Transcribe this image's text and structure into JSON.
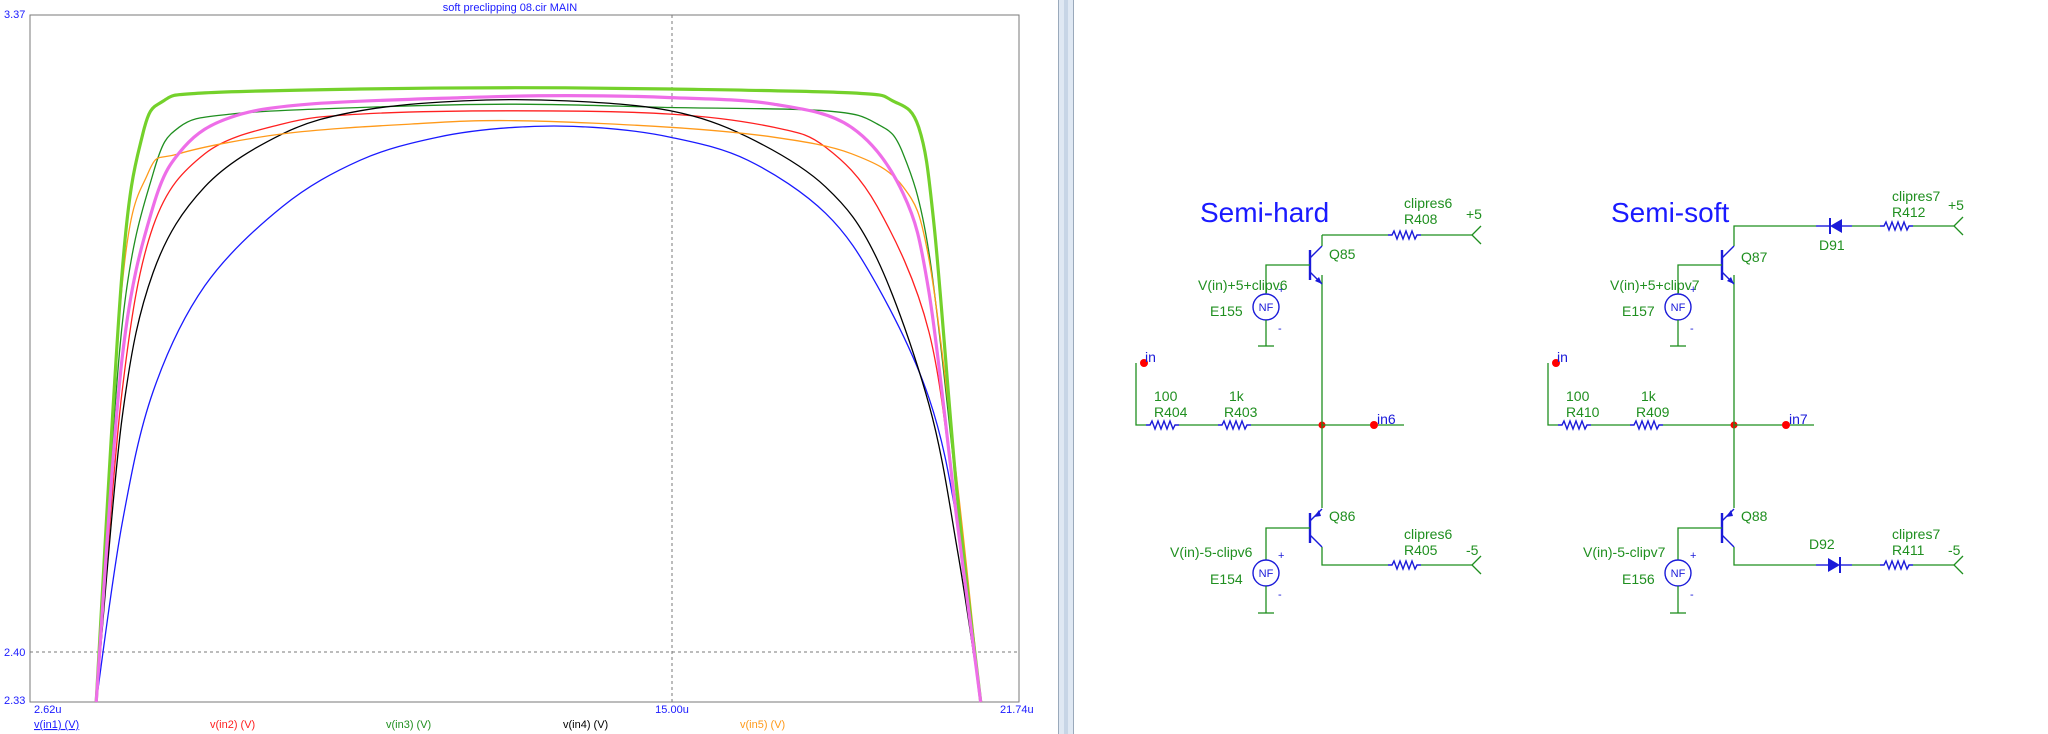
{
  "plot": {
    "title": "soft preclipping 08.cir MAIN",
    "y_top_label": "3.37",
    "y_mid_label": "2.40",
    "y_bottom_label": "2.33",
    "x_left_label": "2.62u",
    "x_mid_label": "15.00u",
    "x_right_label": "21.74u",
    "legend": [
      {
        "label": "v(in1) (V)",
        "color": "#1a1aff"
      },
      {
        "label": "v(in2) (V)",
        "color": "#ff2020"
      },
      {
        "label": "v(in3) (V)",
        "color": "#1f8f1f"
      },
      {
        "label": "v(in4) (V)",
        "color": "#000000"
      },
      {
        "label": "v(in5) (V)",
        "color": "#ff9a1a"
      }
    ]
  },
  "chart_data": {
    "type": "line",
    "title": "soft preclipping 08.cir MAIN",
    "xlim": [
      2.62,
      21.74
    ],
    "ylim": [
      2.33,
      3.37
    ],
    "x_unit": "u",
    "grid": {
      "dashed_x": 15.0,
      "dashed_y": 2.4
    },
    "series": [
      {
        "name": "v(in1) (V)",
        "color": "#1a1aff",
        "points": [
          [
            3.9,
            2.33
          ],
          [
            4.4,
            2.6
          ],
          [
            5.0,
            2.8
          ],
          [
            6.0,
            2.96
          ],
          [
            7.5,
            3.08
          ],
          [
            9.0,
            3.15
          ],
          [
            10.5,
            3.185
          ],
          [
            12.0,
            3.2
          ],
          [
            13.5,
            3.2
          ],
          [
            15.0,
            3.185
          ],
          [
            16.5,
            3.15
          ],
          [
            18.0,
            3.07
          ],
          [
            19.0,
            2.96
          ],
          [
            20.0,
            2.79
          ],
          [
            20.55,
            2.6
          ],
          [
            21.0,
            2.33
          ]
        ]
      },
      {
        "name": "v(in2) (V)",
        "color": "#ff2020",
        "points": [
          [
            3.9,
            2.33
          ],
          [
            4.4,
            2.8
          ],
          [
            5.0,
            3.05
          ],
          [
            6.0,
            3.16
          ],
          [
            7.5,
            3.205
          ],
          [
            9.0,
            3.22
          ],
          [
            12.0,
            3.225
          ],
          [
            15.0,
            3.22
          ],
          [
            17.0,
            3.2
          ],
          [
            18.0,
            3.17
          ],
          [
            19.0,
            3.08
          ],
          [
            20.0,
            2.89
          ],
          [
            20.55,
            2.6
          ],
          [
            21.0,
            2.33
          ]
        ]
      },
      {
        "name": "v(in3) (V)",
        "color": "#1f8f1f",
        "points": [
          [
            3.9,
            2.33
          ],
          [
            4.4,
            2.9
          ],
          [
            5.0,
            3.13
          ],
          [
            5.5,
            3.2
          ],
          [
            6.5,
            3.22
          ],
          [
            9.0,
            3.23
          ],
          [
            12.0,
            3.235
          ],
          [
            15.0,
            3.23
          ],
          [
            18.0,
            3.225
          ],
          [
            19.0,
            3.205
          ],
          [
            19.5,
            3.16
          ],
          [
            20.0,
            3.01
          ],
          [
            20.55,
            2.64
          ],
          [
            21.0,
            2.33
          ]
        ]
      },
      {
        "name": "v(in4) (V)",
        "color": "#000000",
        "points": [
          [
            3.9,
            2.33
          ],
          [
            4.4,
            2.76
          ],
          [
            5.0,
            2.98
          ],
          [
            6.0,
            3.11
          ],
          [
            7.5,
            3.19
          ],
          [
            9.0,
            3.225
          ],
          [
            11.0,
            3.24
          ],
          [
            13.0,
            3.24
          ],
          [
            15.0,
            3.225
          ],
          [
            16.5,
            3.185
          ],
          [
            18.0,
            3.11
          ],
          [
            19.0,
            3.0
          ],
          [
            20.0,
            2.78
          ],
          [
            20.55,
            2.56
          ],
          [
            21.0,
            2.33
          ]
        ]
      },
      {
        "name": "v(in5) (V)",
        "color": "#ff9a1a",
        "points": [
          [
            3.9,
            2.33
          ],
          [
            4.4,
            2.96
          ],
          [
            4.9,
            3.13
          ],
          [
            5.5,
            3.16
          ],
          [
            7.5,
            3.19
          ],
          [
            10.0,
            3.205
          ],
          [
            12.0,
            3.21
          ],
          [
            15.0,
            3.2
          ],
          [
            17.0,
            3.185
          ],
          [
            18.5,
            3.16
          ],
          [
            19.5,
            3.11
          ],
          [
            20.0,
            3.0
          ],
          [
            20.55,
            2.66
          ],
          [
            21.0,
            2.33
          ]
        ]
      },
      {
        "name": "",
        "color": "#74d12b",
        "width": 3.2,
        "points": [
          [
            3.9,
            2.33
          ],
          [
            4.4,
            2.98
          ],
          [
            4.8,
            3.19
          ],
          [
            5.2,
            3.24
          ],
          [
            6.0,
            3.252
          ],
          [
            9.0,
            3.258
          ],
          [
            12.0,
            3.26
          ],
          [
            15.0,
            3.258
          ],
          [
            18.5,
            3.252
          ],
          [
            19.3,
            3.24
          ],
          [
            19.8,
            3.2
          ],
          [
            20.1,
            3.05
          ],
          [
            20.55,
            2.64
          ],
          [
            21.0,
            2.33
          ]
        ]
      },
      {
        "name": "",
        "color": "#ee6ee8",
        "width": 3.2,
        "points": [
          [
            3.9,
            2.33
          ],
          [
            4.4,
            2.85
          ],
          [
            5.0,
            3.08
          ],
          [
            5.6,
            3.17
          ],
          [
            6.5,
            3.215
          ],
          [
            8.0,
            3.235
          ],
          [
            11.0,
            3.245
          ],
          [
            13.0,
            3.248
          ],
          [
            15.0,
            3.245
          ],
          [
            17.0,
            3.235
          ],
          [
            18.5,
            3.2
          ],
          [
            19.5,
            3.1
          ],
          [
            20.0,
            2.95
          ],
          [
            20.55,
            2.6
          ],
          [
            21.0,
            2.33
          ]
        ]
      }
    ]
  },
  "schematic": {
    "left": {
      "title": "Semi-hard",
      "in_label": "in",
      "out_label": "in6",
      "r404_name": "R404",
      "r404_value": "100",
      "r403_name": "R403",
      "r403_value": "1k",
      "q_top": "Q85",
      "q_bottom": "Q86",
      "r_top_value": "clipres6",
      "r_top_name": "R408",
      "r_bot_value": "clipres6",
      "r_bot_name": "R405",
      "v_top": "+5",
      "v_bot": "-5",
      "src_top_expr": "V(in)+5+clipv6",
      "src_top_name": "E155",
      "src_bot_expr": "V(in)-5-clipv6",
      "src_bot_name": "E154",
      "nf": "NF"
    },
    "right": {
      "title": "Semi-soft",
      "in_label": "in",
      "out_label": "in7",
      "r_a_name": "R410",
      "r_a_value": "100",
      "r_b_name": "R409",
      "r_b_value": "1k",
      "q_top": "Q87",
      "q_bottom": "Q88",
      "d_top": "D91",
      "d_bot": "D92",
      "r_top_value": "clipres7",
      "r_top_name": "R412",
      "r_bot_value": "clipres7",
      "r_bot_name": "R411",
      "v_top": "+5",
      "v_bot": "-5",
      "src_top_expr": "V(in)+5+clipv7",
      "src_top_name": "E157",
      "src_bot_expr": "V(in)-5-clipv7",
      "src_bot_name": "E156",
      "nf": "NF"
    },
    "colors": {
      "wire": "#1f8f1f",
      "component": "#1a1ad9",
      "node": "#ff0000",
      "label": "#1f8f1f",
      "title": "#1a1aff"
    }
  }
}
